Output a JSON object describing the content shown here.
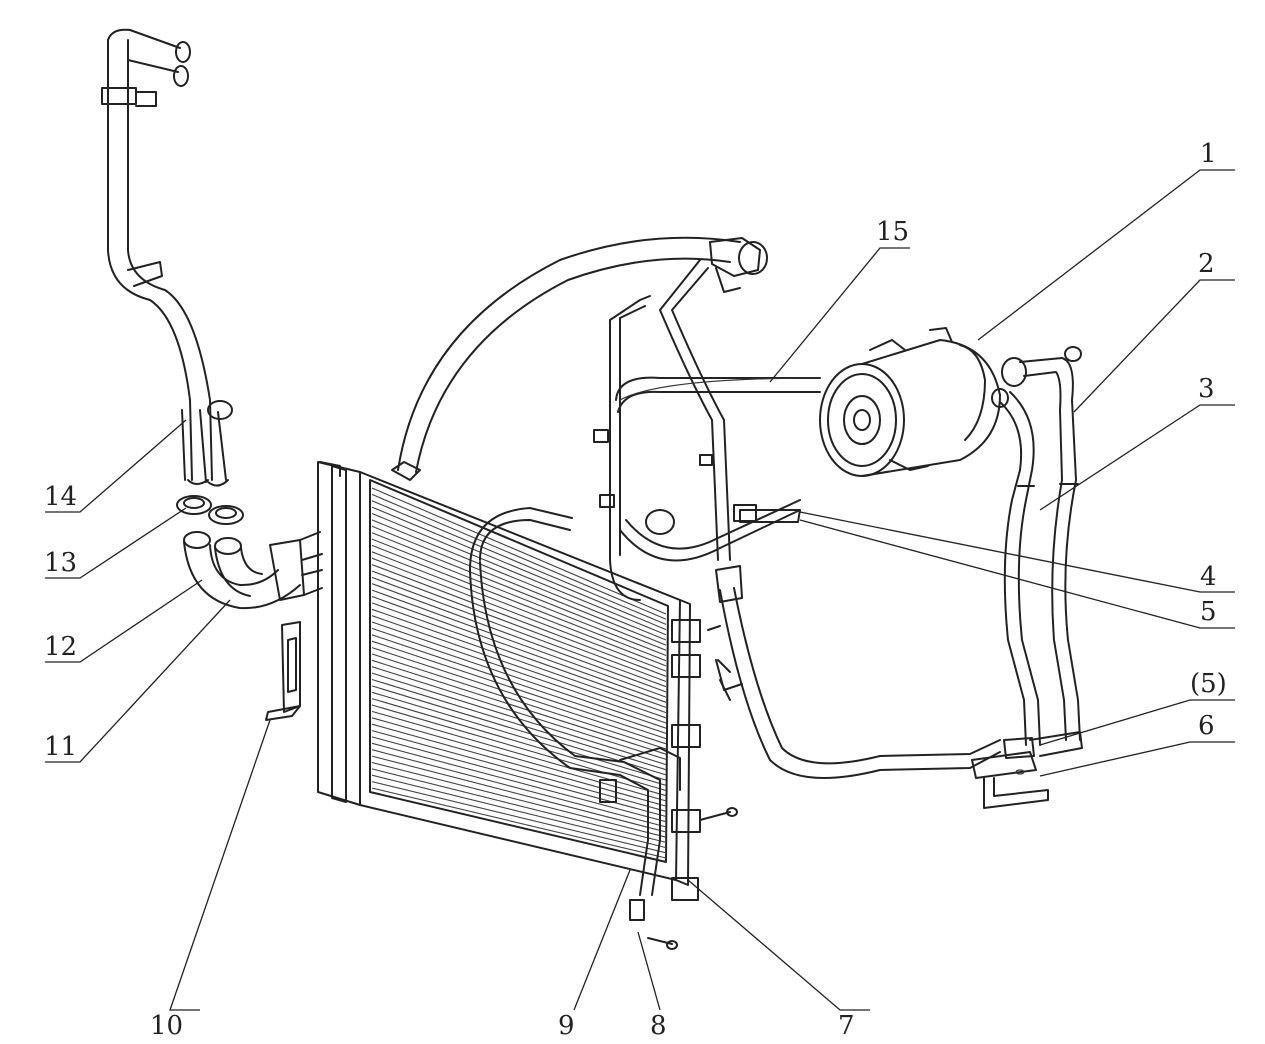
{
  "diagram": {
    "callouts": [
      {
        "id": "c1",
        "label": "1"
      },
      {
        "id": "c2",
        "label": "2"
      },
      {
        "id": "c3",
        "label": "3"
      },
      {
        "id": "c4",
        "label": "4"
      },
      {
        "id": "c5",
        "label": "5"
      },
      {
        "id": "c5b",
        "label": "(5)"
      },
      {
        "id": "c6",
        "label": "6"
      },
      {
        "id": "c7",
        "label": "7"
      },
      {
        "id": "c8",
        "label": "8"
      },
      {
        "id": "c9",
        "label": "9"
      },
      {
        "id": "c10",
        "label": "10"
      },
      {
        "id": "c11",
        "label": "11"
      },
      {
        "id": "c12",
        "label": "12"
      },
      {
        "id": "c13",
        "label": "13"
      },
      {
        "id": "c14",
        "label": "14"
      },
      {
        "id": "c15",
        "label": "15"
      }
    ]
  }
}
